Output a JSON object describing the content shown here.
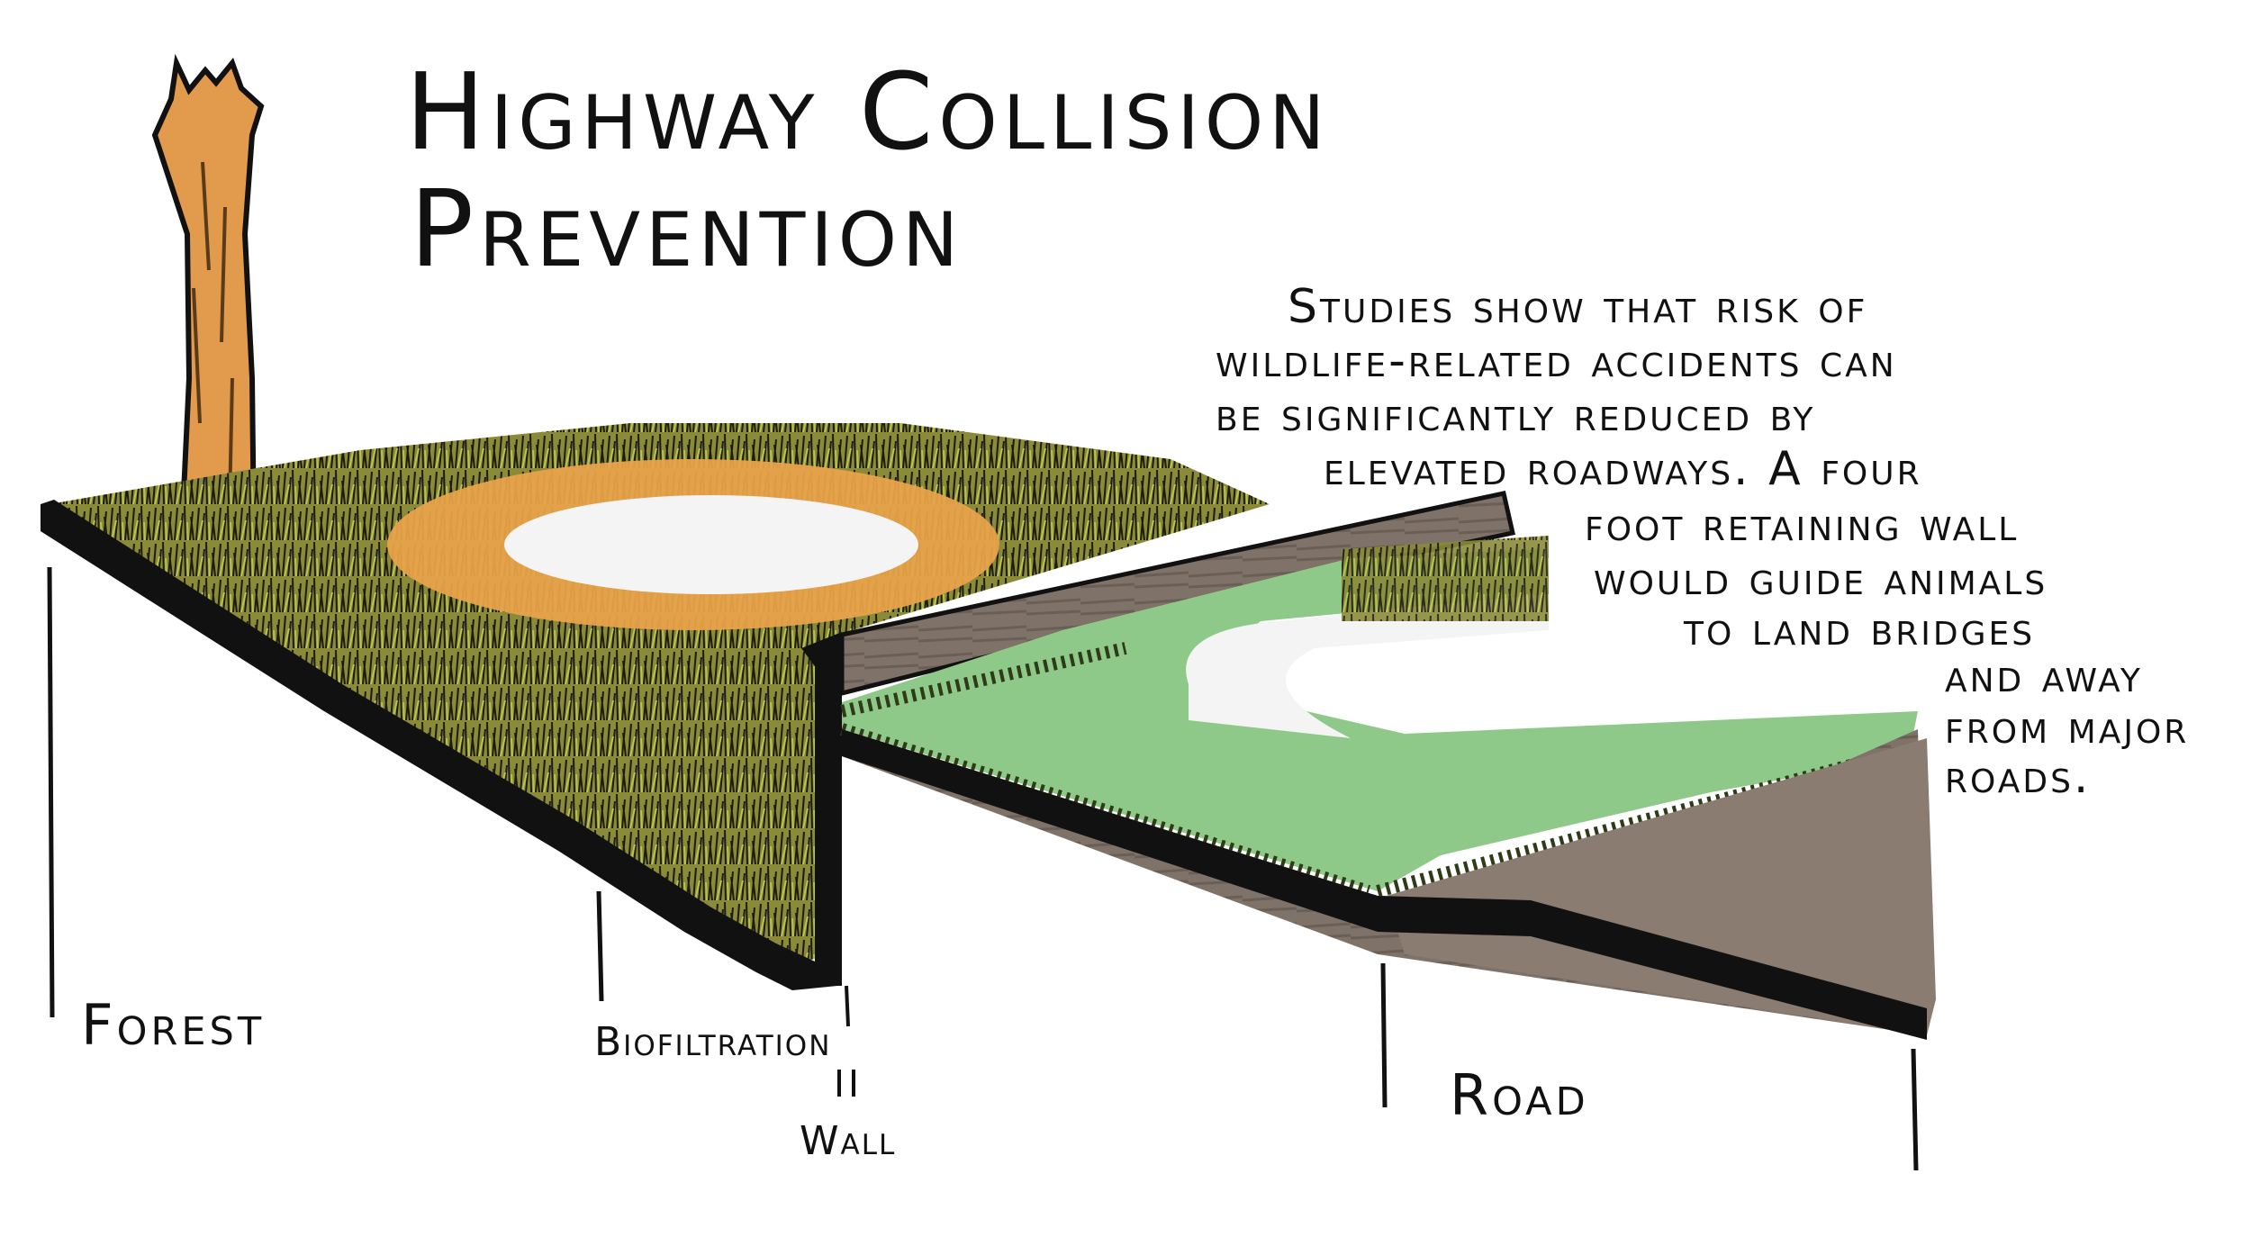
{
  "title": {
    "line1": "Highway Collision",
    "line2": "Prevention"
  },
  "note": {
    "lines": [
      "Studies show that risk of",
      "wildlife-related accidents can",
      "be significantly reduced by",
      "elevated roadways. A four",
      "foot retaining wall",
      "would guide animals",
      "to land bridges",
      "and away",
      "from major",
      "roads."
    ]
  },
  "zones": {
    "forest": "Forest",
    "biofiltration": "Biofiltration",
    "wall": "Wall",
    "road": "Road"
  },
  "colors": {
    "ink": "#111111",
    "grass": "#6b6a2a",
    "grass_light": "#9aa338",
    "soil_orange": "#e8a24a",
    "swale_green": "#8fc98a",
    "road_brown": "#7d6f63",
    "tree_trunk": "#e29a4c"
  }
}
